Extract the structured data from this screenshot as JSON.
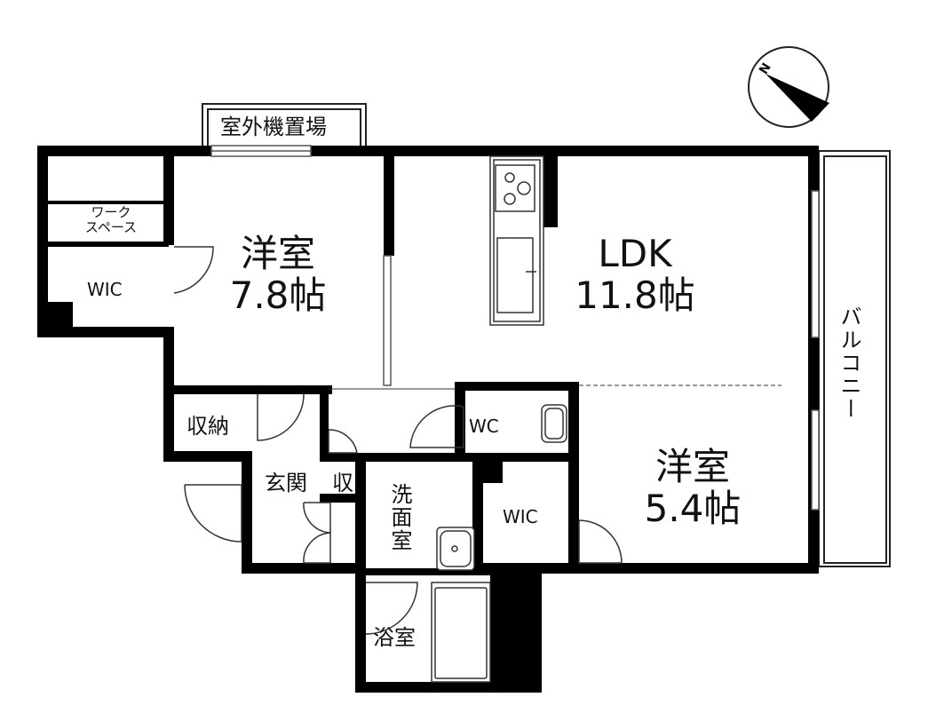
{
  "plan": {
    "outdoor_unit": "室外機置場",
    "balcony": "バルコニー",
    "rooms": {
      "western_room_1": {
        "name": "洋室",
        "size": "7.8帖"
      },
      "ldk": {
        "name": "LDK",
        "size": "11.8帖"
      },
      "western_room_2": {
        "name": "洋室",
        "size": "5.4帖"
      },
      "work_space_line1": "ワーク",
      "work_space_line2": "スペース",
      "wic_1": "WIC",
      "wic_2": "WIC",
      "storage": "収納",
      "entrance": "玄関",
      "small_storage": "収",
      "wc": "WC",
      "washroom": "洗面室",
      "bathroom": "浴室"
    },
    "compass": {
      "north_label": "N"
    }
  }
}
